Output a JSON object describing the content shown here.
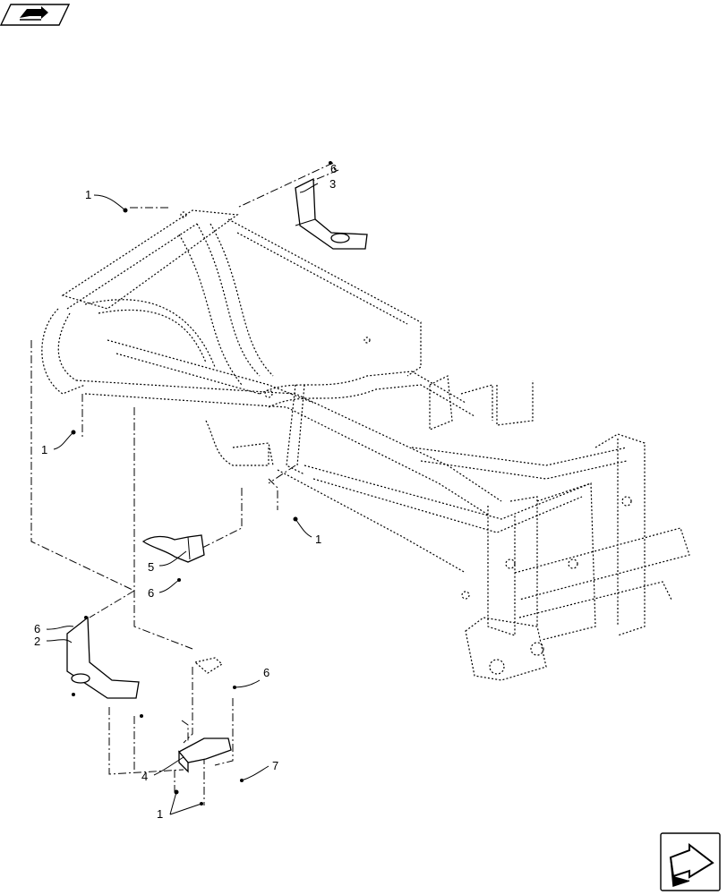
{
  "callouts": [
    {
      "id": "c1a",
      "label": "1"
    },
    {
      "id": "c1b",
      "label": "1"
    },
    {
      "id": "c1c",
      "label": "1"
    },
    {
      "id": "c1d",
      "label": "1"
    },
    {
      "id": "c2",
      "label": "2"
    },
    {
      "id": "c3",
      "label": "3"
    },
    {
      "id": "c4",
      "label": "4"
    },
    {
      "id": "c5",
      "label": "5"
    },
    {
      "id": "c6a",
      "label": "6"
    },
    {
      "id": "c6b",
      "label": "6"
    },
    {
      "id": "c6c",
      "label": "6"
    },
    {
      "id": "c6d",
      "label": "6"
    },
    {
      "id": "c7",
      "label": "7"
    }
  ],
  "icons": {
    "top_left": "book-arrow-icon",
    "bottom_right": "next-page-arrow-icon"
  }
}
